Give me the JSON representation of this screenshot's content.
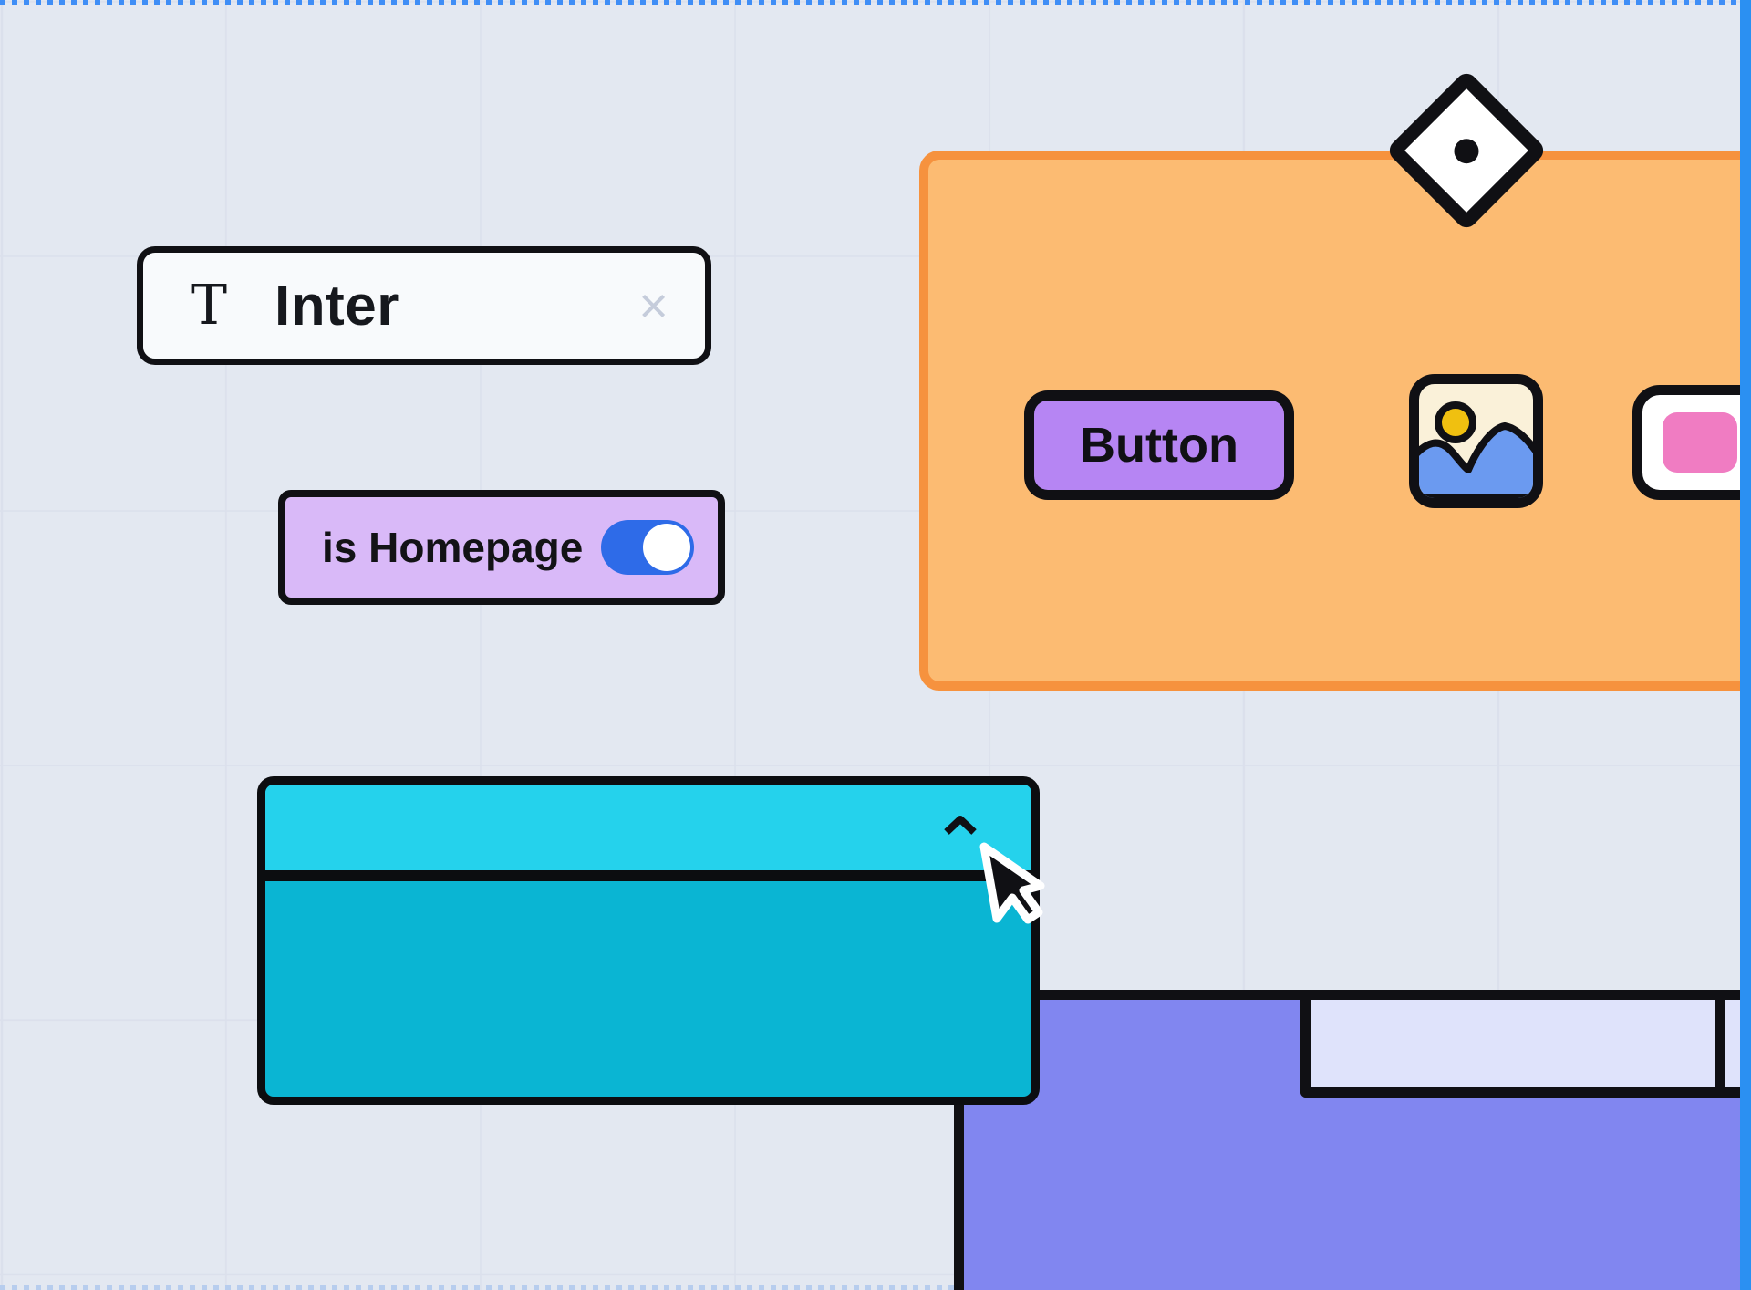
{
  "frame": {
    "top_edge_style": "dotted",
    "bottom_edge_style": "dotted",
    "right_edge_style": "solid"
  },
  "colors": {
    "canvas_bg": "#E3E8F1",
    "grid_line": "#DBE0EC",
    "frame_top_dots": "#3F8EF6",
    "frame_bottom_dots": "#B7CDEE",
    "frame_right_edge": "#2B90F2",
    "ink_black": "#101014",
    "input_bg": "#F8FAFC",
    "clear_icon_gray": "#C5CCDB",
    "pill_lavender": "#D9B9F8",
    "toggle_blue": "#2E6BE8",
    "toggle_knob": "#FFFFFF",
    "orange_fill": "#FCBB72",
    "orange_border": "#F6923E",
    "button_purple": "#B685F3",
    "icon_cream": "#FAF1D9",
    "icon_blue": "#6B9AF0",
    "icon_yellow": "#F0C010",
    "card_white": "#FFFFFF",
    "swatch_pink": "#F07CC2",
    "swatch_yellow": "#F2CB05",
    "dropdown_top": "#25D2EC",
    "dropdown_body": "#0AB5D3",
    "window_purple": "#8186F0",
    "tab_lavender": "#DFE3FB",
    "diamond_white": "#FFFFFF",
    "cursor_black": "#101014",
    "cursor_outline": "#FFFFFF"
  },
  "font_input": {
    "type_glyph": "T",
    "value": "Inter",
    "clear_glyph": "×"
  },
  "homepage_toggle": {
    "label": "is Homepage",
    "state": "on"
  },
  "orange_card": {
    "button_label": "Button"
  },
  "dropdown": {
    "state": "expanded",
    "chevron_direction": "up"
  },
  "window": {
    "tab_count": 2
  },
  "cursor": {
    "style": "arrow"
  }
}
